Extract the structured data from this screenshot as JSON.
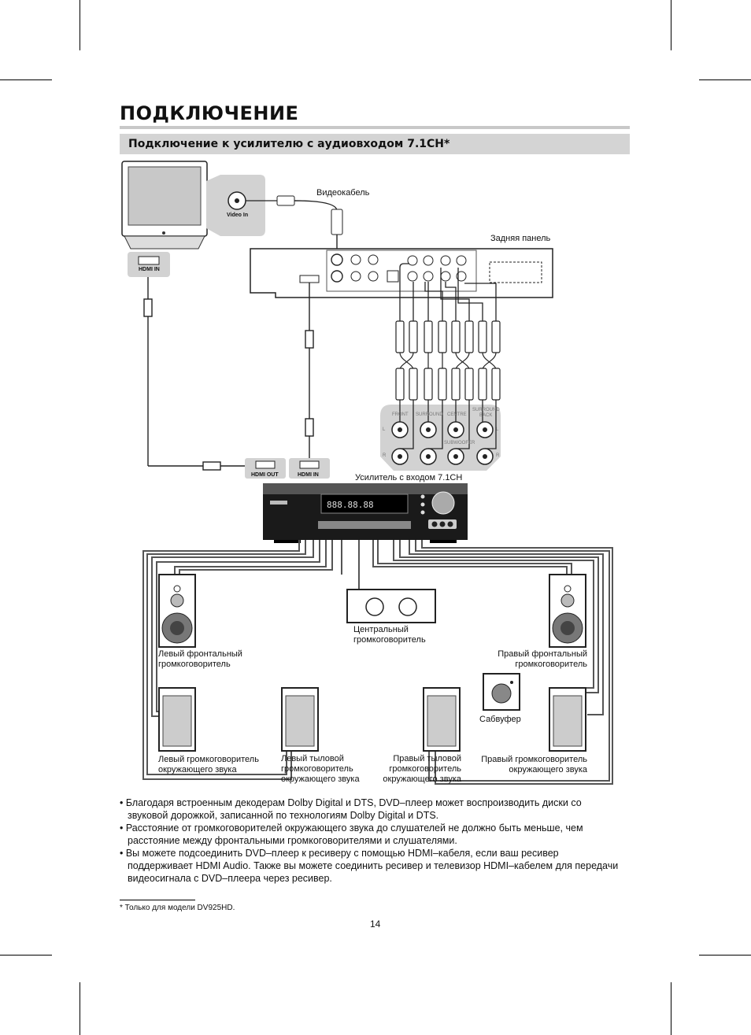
{
  "page": {
    "title": "ПОДКЛЮЧЕНИЕ",
    "subtitle": "Подключение к усилителю с аудиовходом 7.1CH*",
    "page_number": "14",
    "footnote": "* Только для модели DV925HD."
  },
  "diagram": {
    "tv": {
      "video_in": "Video In",
      "hdmi_in": "HDMI IN"
    },
    "labels": {
      "video_cable": "Видеокабель",
      "rear_panel": "Задняя панель",
      "amplifier": "Усилитель с входом 7.1CH"
    },
    "amp_ports": {
      "hdmi_out": "HDMI OUT",
      "hdmi_in": "HDMI IN",
      "front": "FRONT",
      "surround": "SURROUND",
      "centre": "CENTRE",
      "surround_back_1": "SURROUND",
      "surround_back_2": "BACK",
      "subwoofer": "SUBWOOFER",
      "l_left": "L",
      "r_left": "R",
      "l_right": "L",
      "r_right": "R"
    },
    "speakers": {
      "front_left_1": "Левый фронтальный",
      "front_left_2": "громкоговоритель",
      "center_1": "Центральный",
      "center_2": "громкоговоритель",
      "front_right_1": "Правый фронтальный",
      "front_right_2": "громкоговоритель",
      "subwoofer": "Сабвуфер",
      "surround_left_1": "Левый громкоговоритель",
      "surround_left_2": "окружающего звука",
      "rear_left_1": "Левый тыловой",
      "rear_left_2": "громкоговоритель",
      "rear_left_3": "окружающего звука",
      "rear_right_1": "Правый тыловой",
      "rear_right_2": "громкоговоритель",
      "rear_right_3": "окружающего звука",
      "surround_right_1": "Правый громкоговоритель",
      "surround_right_2": "окружающего звука"
    }
  },
  "notes": [
    "• Благодаря встроенным декодерам Dolby Digital и DTS, DVD–плеер может воспроизводить диски со звуковой дорожкой, записанной по технологиям Dolby Digital и DTS.",
    "• Расстояние от громкоговорителей окружающего звука до слушателей не должно быть меньше, чем расстояние между фронтальными громкоговорителями и слушателями.",
    "• Вы можете подсоединить DVD–плеер к ресиверу с помощью HDMI–кабеля, если ваш ресивер поддерживает HDMI Audio. Также вы можете соединить ресивер и телевизор HDMI–кабелем для передачи видеосигнала с DVD–плеера через ресивер."
  ]
}
